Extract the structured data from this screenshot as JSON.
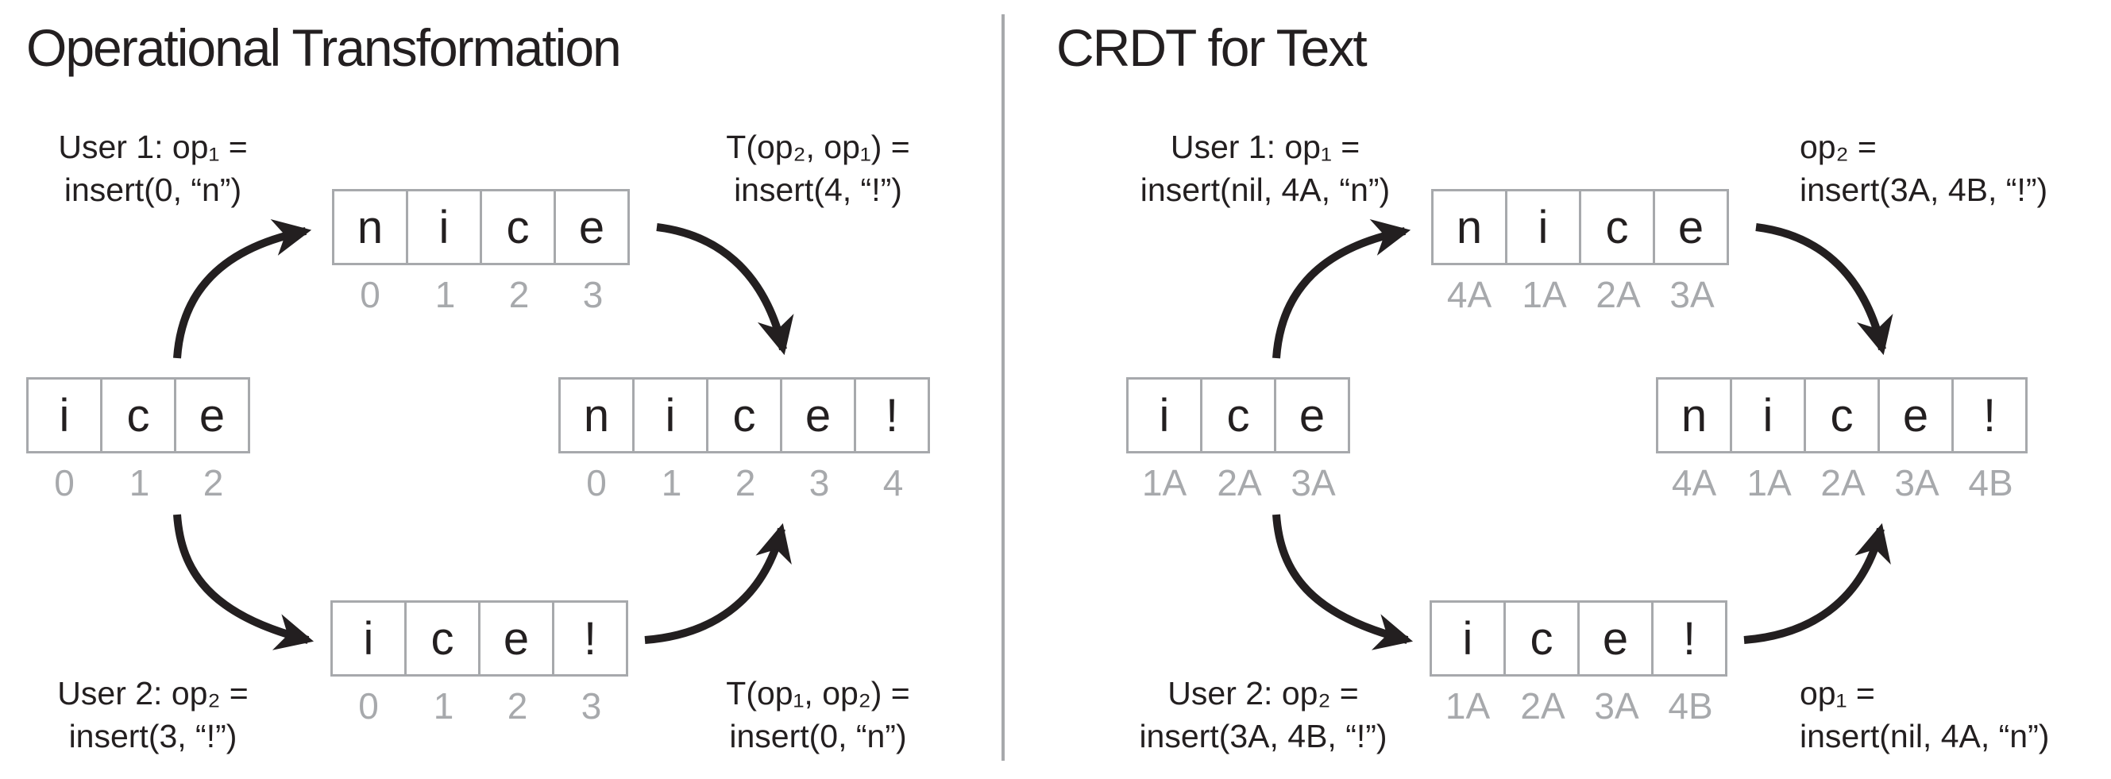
{
  "colors": {
    "ink": "#231f20",
    "muted": "#a7a9ac"
  },
  "panels": [
    {
      "title": "Operational Transformation",
      "labels": {
        "top_left": {
          "line1": "User 1: op₁ =",
          "line2": "insert(0, “n”)"
        },
        "top_right": {
          "line1": "T(op₂, op₁) =",
          "line2": "insert(4, “!”)"
        },
        "bottom_left": {
          "line1": "User 2: op₂ =",
          "line2": "insert(3, “!”)"
        },
        "bottom_right": {
          "line1": "T(op₁, op₂) =",
          "line2": "insert(0, “n”)"
        }
      },
      "boxes": {
        "start": {
          "cells": [
            "i",
            "c",
            "e"
          ],
          "indices": [
            "0",
            "1",
            "2"
          ]
        },
        "top": {
          "cells": [
            "n",
            "i",
            "c",
            "e"
          ],
          "indices": [
            "0",
            "1",
            "2",
            "3"
          ]
        },
        "bottom": {
          "cells": [
            "i",
            "c",
            "e",
            "!"
          ],
          "indices": [
            "0",
            "1",
            "2",
            "3"
          ]
        },
        "merged": {
          "cells": [
            "n",
            "i",
            "c",
            "e",
            "!"
          ],
          "indices": [
            "0",
            "1",
            "2",
            "3",
            "4"
          ]
        }
      }
    },
    {
      "title": "CRDT for Text",
      "labels": {
        "top_left": {
          "line1": "User 1: op₁ =",
          "line2": "insert(nil, 4A, “n”)"
        },
        "top_right": {
          "line1": "op₂ =",
          "line2": "insert(3A, 4B, “!”)"
        },
        "bottom_left": {
          "line1": "User 2: op₂ =",
          "line2": "insert(3A, 4B, “!”)"
        },
        "bottom_right": {
          "line1": "op₁ =",
          "line2": "insert(nil, 4A, “n”)"
        }
      },
      "boxes": {
        "start": {
          "cells": [
            "i",
            "c",
            "e"
          ],
          "indices": [
            "1A",
            "2A",
            "3A"
          ]
        },
        "top": {
          "cells": [
            "n",
            "i",
            "c",
            "e"
          ],
          "indices": [
            "4A",
            "1A",
            "2A",
            "3A"
          ]
        },
        "bottom": {
          "cells": [
            "i",
            "c",
            "e",
            "!"
          ],
          "indices": [
            "1A",
            "2A",
            "3A",
            "4B"
          ]
        },
        "merged": {
          "cells": [
            "n",
            "i",
            "c",
            "e",
            "!"
          ],
          "indices": [
            "4A",
            "1A",
            "2A",
            "3A",
            "4B"
          ]
        }
      }
    }
  ]
}
